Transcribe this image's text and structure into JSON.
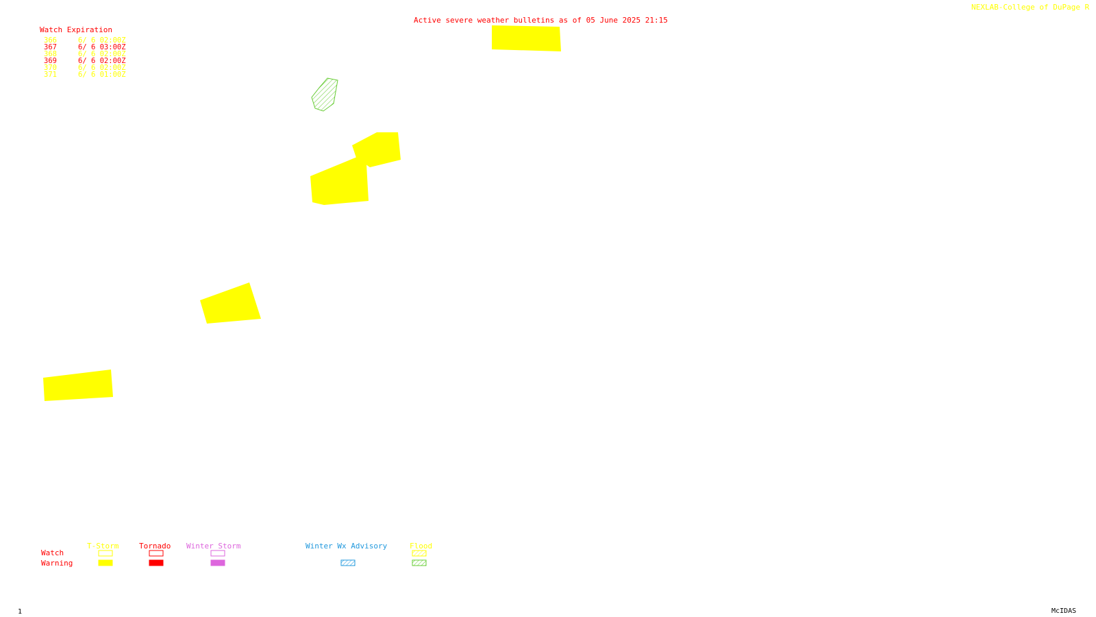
{
  "header": {
    "title": "Active severe weather bulletins as of 05 June 2025 21:15",
    "credit": "NEXLAB-College of DuPage R"
  },
  "watch_expiration": {
    "heading": "Watch Expiration",
    "rows": [
      {
        "number": "366",
        "expires": "6/ 6 02:00Z",
        "color": "#ffff00"
      },
      {
        "number": "367",
        "expires": "6/ 6 03:00Z",
        "color": "#ff0000"
      },
      {
        "number": "368",
        "expires": "6/ 6 02:00Z",
        "color": "#ffff00"
      },
      {
        "number": "369",
        "expires": "6/ 6 02:00Z",
        "color": "#ff0000"
      },
      {
        "number": "370",
        "expires": "6/ 6 02:00Z",
        "color": "#ffff00"
      },
      {
        "number": "371",
        "expires": "6/ 6 01:00Z",
        "color": "#ffff00"
      }
    ]
  },
  "legend": {
    "row_labels": {
      "watch": "Watch",
      "warning": "Warning"
    },
    "categories": [
      {
        "label": "T-Storm",
        "color": "#ffff00",
        "watch_style": "outline",
        "warning_style": "solid"
      },
      {
        "label": "Tornado",
        "color": "#ff0000",
        "watch_style": "outline",
        "warning_style": "solid"
      },
      {
        "label": "Winter Storm",
        "color": "#dd66dd",
        "watch_style": "outline",
        "warning_style": "solid"
      },
      {
        "label": "Winter Wx Advisory",
        "color": "#2299dd",
        "watch_style": "none",
        "warning_style": "hatched"
      },
      {
        "label": "Flood",
        "color": "#ffff00",
        "watch_style": "hatched",
        "warning_style": "hatched",
        "warning_color": "#66cc33"
      }
    ]
  },
  "warnings": [
    {
      "type": "T-Storm warning",
      "color": "#ffff00",
      "style": "solid"
    },
    {
      "type": "T-Storm warning",
      "color": "#ffff00",
      "style": "solid"
    },
    {
      "type": "T-Storm warning",
      "color": "#ffff00",
      "style": "solid"
    },
    {
      "type": "T-Storm warning",
      "color": "#ffff00",
      "style": "solid"
    },
    {
      "type": "T-Storm warning",
      "color": "#ffff00",
      "style": "solid"
    },
    {
      "type": "Flood warning",
      "color": "#66cc33",
      "style": "hatched"
    }
  ],
  "footer": {
    "frame_number": "1",
    "software": "McIDAS"
  }
}
